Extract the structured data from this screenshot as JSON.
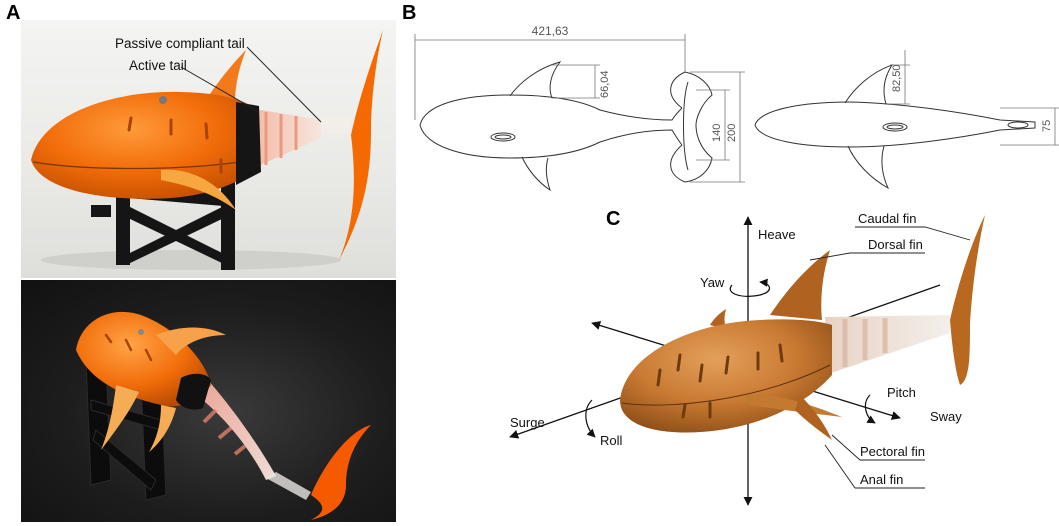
{
  "panels": {
    "a": "A",
    "b": "B",
    "c": "C"
  },
  "photo_labels": {
    "passive_tail": "Passive compliant tail",
    "active_tail": "Active tail"
  },
  "dimensions": {
    "overall_length": "421,63",
    "dorsal_fin_height_side": "66,04",
    "caudal_inner_height": "140",
    "caudal_outer_height": "200",
    "dorsal_fin_height_top": "82,50",
    "tail_width": "75"
  },
  "fin_labels": {
    "caudal": "Caudal fin",
    "dorsal": "Dorsal fin",
    "pectoral": "Pectoral fin",
    "anal": "Anal fin"
  },
  "motion_labels": {
    "heave": "Heave",
    "yaw": "Yaw",
    "surge": "Surge",
    "roll": "Roll",
    "pitch": "Pitch",
    "sway": "Sway"
  },
  "colors": {
    "robot_orange": "#f26d0a",
    "render_brown": "#c97a32",
    "stand_black": "#151515"
  }
}
